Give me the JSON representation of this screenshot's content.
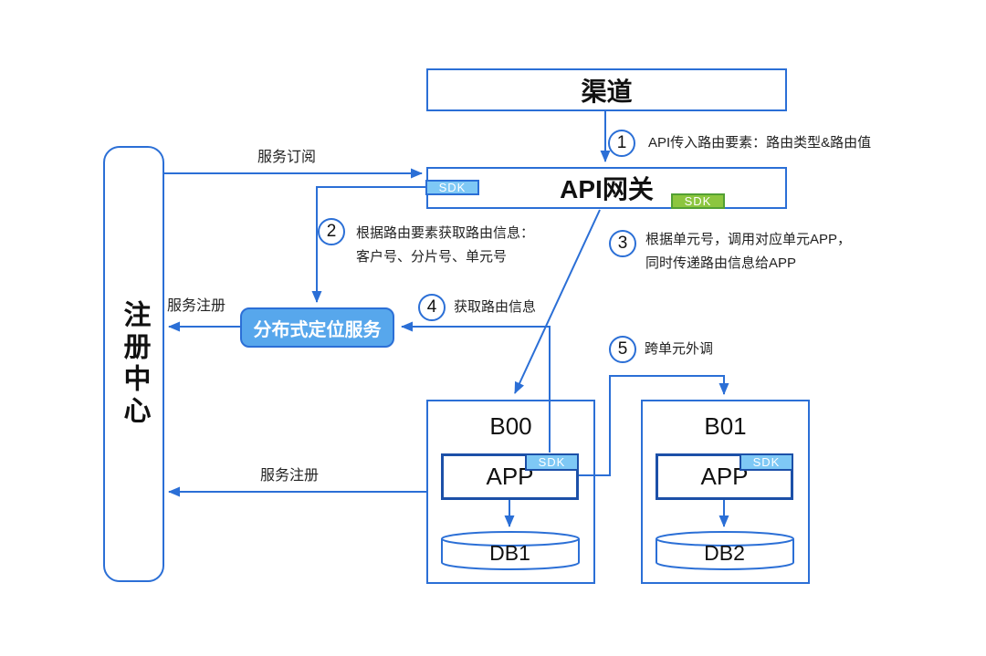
{
  "colors": {
    "line_blue": "#2B6FD6",
    "dark_blue": "#1C50A8",
    "badge_blue_fill": "#7EC8F5",
    "badge_green_fill": "#8CC63F",
    "badge_green_border": "#52A033",
    "locator_fill": "#57A7EC",
    "text_dark": "#1F1F1F"
  },
  "nodes": {
    "channel": "渠道",
    "gateway": "API网关",
    "gateway_sdk_left": "SDK",
    "gateway_sdk_right": "SDK",
    "registry": "注册中心",
    "locator": "分布式定位服务",
    "b00": {
      "title": "B00",
      "app": "APP",
      "app_sdk": "SDK",
      "db": "DB1"
    },
    "b01": {
      "title": "B01",
      "app": "APP",
      "app_sdk": "SDK",
      "db": "DB2"
    }
  },
  "edges": {
    "subscribe": "服务订阅",
    "register_top": "服务注册",
    "register_bottom": "服务注册"
  },
  "steps": [
    {
      "num": "1",
      "lines": [
        "API传入路由要素：路由类型&路由值"
      ]
    },
    {
      "num": "2",
      "lines": [
        "根据路由要素获取路由信息：",
        "客户号、分片号、单元号"
      ]
    },
    {
      "num": "3",
      "lines": [
        "根据单元号，调用对应单元APP，",
        "同时传递路由信息给APP"
      ]
    },
    {
      "num": "4",
      "lines": [
        "获取路由信息"
      ]
    },
    {
      "num": "5",
      "lines": [
        "跨单元外调"
      ]
    }
  ]
}
